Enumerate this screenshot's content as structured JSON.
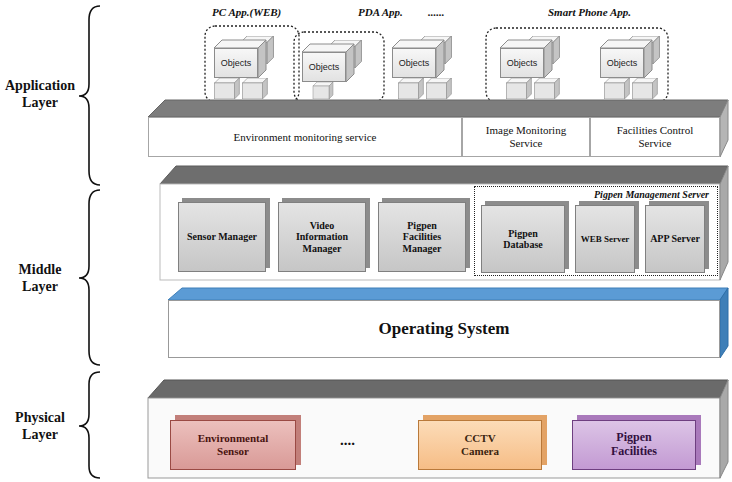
{
  "diagram": {
    "nodes": [
      {
        "text": [
          "Objects"
        ]
      },
      {
        "text": [
          "Objects"
        ]
      },
      {
        "text": [
          "Objects"
        ]
      },
      {
        "text": [
          "Objects"
        ]
      },
      {
        "text": [
          "Objects"
        ]
      },
      {
        "text": [
          "Environment monitoring service"
        ]
      },
      {
        "text": [
          "Image Monitoring Service"
        ]
      },
      {
        "text": [
          "Facilities Control Service"
        ]
      },
      {
        "text": [
          "Sensor Manager"
        ]
      },
      {
        "text": [
          "Video Information Manager"
        ]
      },
      {
        "text": [
          "Pigpen Facilities Manager"
        ]
      },
      {
        "text": [
          "Pigpen Management Server"
        ]
      },
      {
        "text": [
          "Pigpen Database"
        ],
        "in": 11
      },
      {
        "text": [
          "WEB Server"
        ],
        "in": 11
      },
      {
        "text": [
          "APP Server"
        ],
        "in": 11
      },
      {
        "text": [
          "Operating System"
        ]
      },
      {
        "text": [
          "Environmental Sensor"
        ]
      },
      {
        "text": [
          "CCTV Camera"
        ]
      },
      {
        "text": [
          "Pigpen Facilities"
        ]
      }
    ],
    "labels": [
      "PC App.(WEB)",
      "PDA App.",
      "......",
      "Smart Phone App.",
      "Application Layer",
      "Middle Layer",
      "Physical Layer",
      "...."
    ]
  }
}
